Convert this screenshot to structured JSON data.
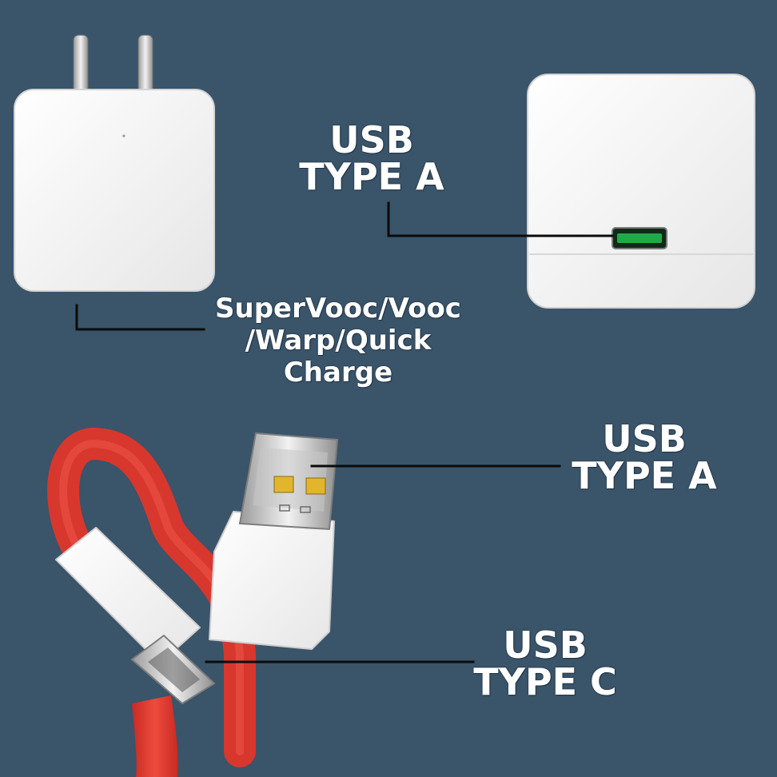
{
  "labels": {
    "charger_port": {
      "line1": "USB",
      "line2": "TYPE A"
    },
    "charger_tech": {
      "line1": "SuperVooc/Vooc",
      "line2": "/Warp/Quick",
      "line3": "Charge"
    },
    "cable_usb_a": {
      "line1": "USB",
      "line2": "TYPE A"
    },
    "cable_usb_c": {
      "line1": "USB",
      "line2": "TYPE C"
    }
  },
  "colors": {
    "background": "#3a546a",
    "cable": "#e0392e",
    "plastic": "#f4f4f4",
    "port_accent": "#1faa4a",
    "leader_line": "#0b0b0b"
  }
}
